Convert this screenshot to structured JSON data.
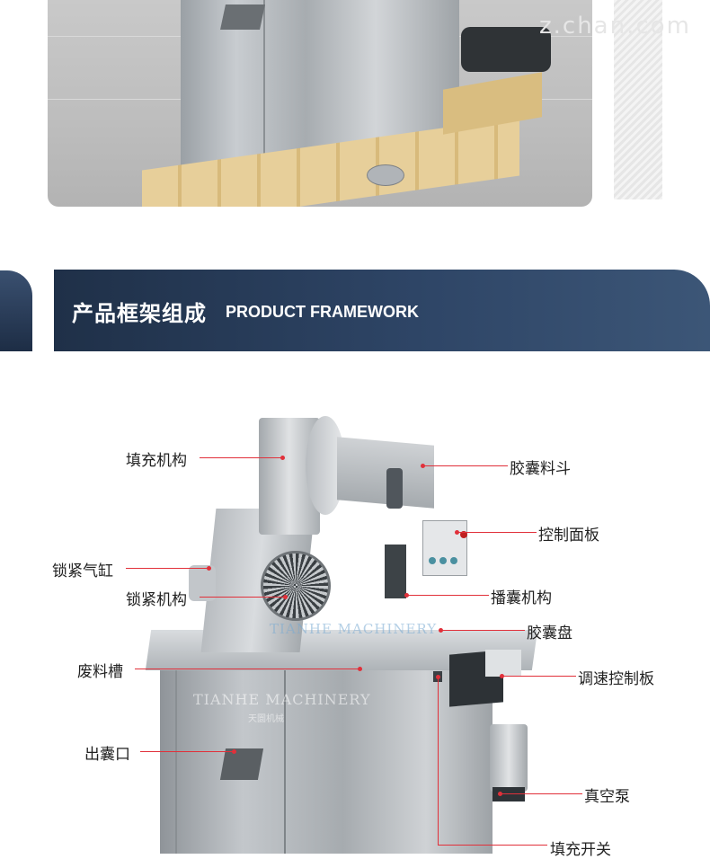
{
  "watermark_top": "z.chan.com",
  "banner": {
    "title_cn": "产品框架组成",
    "title_en": "PRODUCT FRAMEWORK"
  },
  "watermark": {
    "brand_en": "TIANHE MACHINERY",
    "brand_cn": "天圜机械",
    "center_en": "TIANHE MACHINERY"
  },
  "callouts": {
    "filling_mechanism": "填充机构",
    "capsule_hopper": "胶囊料斗",
    "control_panel": "控制面板",
    "locking_cylinder": "锁紧气缸",
    "locking_mechanism": "锁紧机构",
    "sowing_mechanism": "播囊机构",
    "capsule_plate": "胶囊盘",
    "waste_trough": "废料槽",
    "speed_control_board": "调速控制板",
    "capsule_outlet": "出囊口",
    "vacuum_pump": "真空泵",
    "filling_switch": "填充开关"
  },
  "colors": {
    "banner": "#2e4566",
    "callout_line": "#e1303a"
  }
}
